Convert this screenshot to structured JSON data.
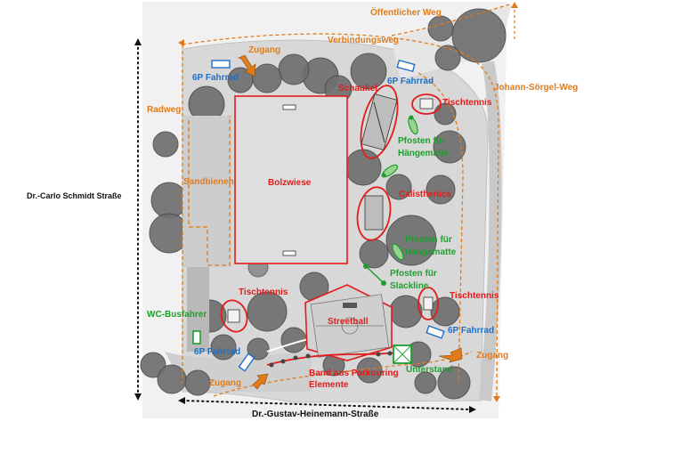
{
  "streets": {
    "north_path": "Öffentlicher Weg",
    "connector": "Verbindungsweg",
    "east": "Johann-Sörgel-Weg",
    "west": "Dr.-Carlo Schmidt Straße",
    "south": "Dr.-Gustav-Heinemann-Straße",
    "cycle_path": "Radweg"
  },
  "access": {
    "label": "Zugang"
  },
  "bike_parking": {
    "label": "6P Fahrrad"
  },
  "areas": {
    "field": "Bolzwiese",
    "bees": "Sandbienen",
    "swing": "Schaukel",
    "calisthenics": "Calisthenics",
    "streetball": "Streetball",
    "parkour_line1": "Band aus Parkouring",
    "parkour_line2": "Elemente",
    "table_tennis": "Tischtennis",
    "wc": "WC-Busfahrer",
    "shelter": "Unterstand"
  },
  "posts": {
    "hammock_line1": "Pfosten für",
    "hammock_line2": "Hängematte",
    "slackline_line1": "Pfosten für",
    "slackline_line2": "Slackline"
  },
  "colors": {
    "play_red": "#e31b1b",
    "green": "#1e9e2f",
    "blue": "#1f6fc7",
    "orange": "#e07b1a",
    "ground": "#dcdcdc"
  }
}
